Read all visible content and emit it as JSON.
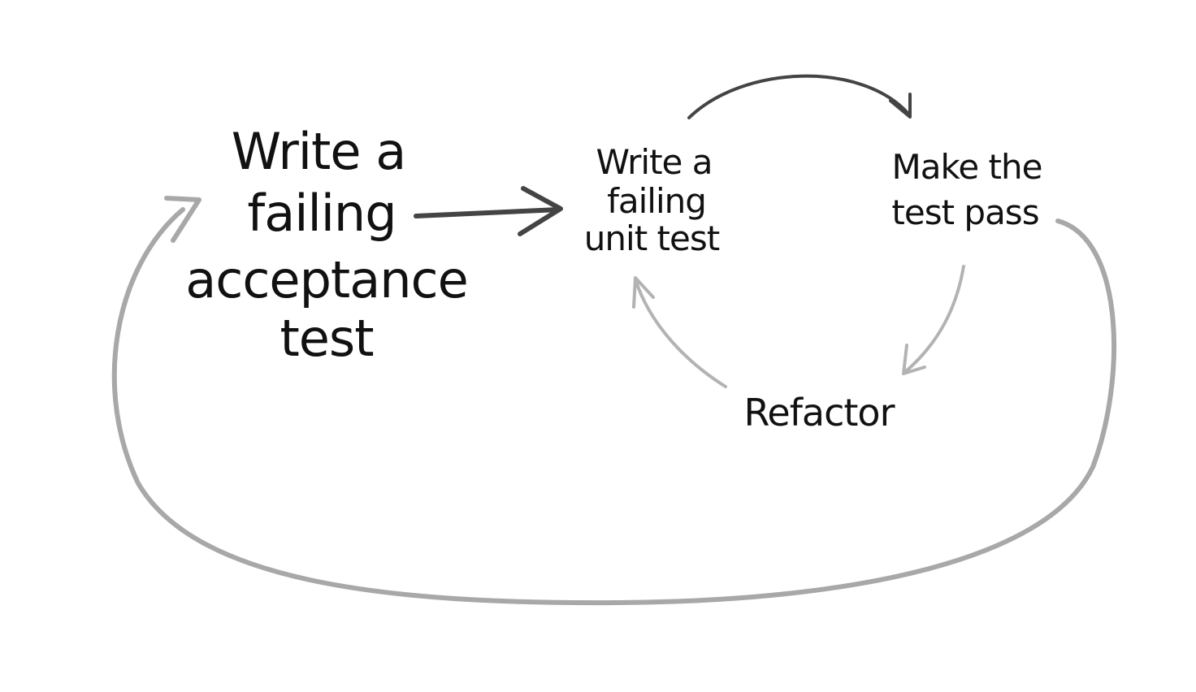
{
  "nodes": {
    "acceptance": {
      "lines": [
        "Write a",
        "failing",
        "acceptance",
        "test"
      ]
    },
    "unit": {
      "lines": [
        "Write a",
        "failing",
        "unit test"
      ]
    },
    "pass": {
      "lines": [
        "Make the",
        "test pass"
      ]
    },
    "refactor": {
      "lines": [
        "Refactor"
      ]
    }
  },
  "edges": [
    {
      "from": "acceptance",
      "to": "unit"
    },
    {
      "from": "unit",
      "to": "pass"
    },
    {
      "from": "pass",
      "to": "refactor"
    },
    {
      "from": "refactor",
      "to": "unit"
    },
    {
      "from": "pass",
      "to": "acceptance"
    }
  ],
  "colors": {
    "text": "#111111",
    "arrow_dark": "#444444",
    "arrow_light": "#b3b3b3",
    "arrow_outer": "#a8a8a8",
    "background": "#ffffff"
  }
}
